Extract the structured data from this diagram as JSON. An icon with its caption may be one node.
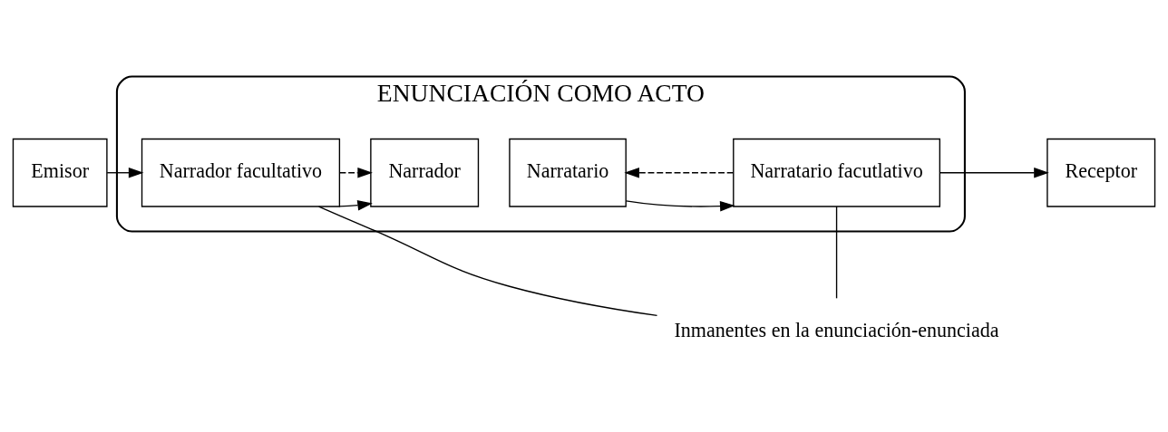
{
  "diagram": {
    "nodes": [
      {
        "text": [
          "Emisor"
        ]
      },
      {
        "text": [
          "ENUNCIACIÓN COMO ACTO"
        ]
      },
      {
        "text": [
          "Narrador facultativo"
        ],
        "in": 1
      },
      {
        "text": [
          "Narrador"
        ],
        "in": 1
      },
      {
        "text": [
          "Narratario"
        ],
        "in": 1
      },
      {
        "text": [
          "Narratario facutlativo"
        ],
        "in": 1
      },
      {
        "text": [
          "Receptor"
        ]
      },
      {
        "text": [
          "Inmanentes en la enunciación-enunciada"
        ]
      }
    ],
    "edges": [
      {
        "from": 0,
        "to": 2,
        "arrow": "to"
      },
      {
        "from": 2,
        "to": 3,
        "arrow": "to"
      },
      {
        "from": 4,
        "to": 5,
        "arrow": "to"
      },
      {
        "from": 5,
        "to": 6,
        "arrow": "to"
      },
      {
        "from": 2,
        "to": 3,
        "arrow": "to",
        "style": "dashed"
      },
      {
        "from": 5,
        "to": 4,
        "arrow": "to",
        "style": "dashed"
      },
      {
        "from": 2,
        "to": 7,
        "arrow": "none"
      },
      {
        "from": 5,
        "to": 7,
        "arrow": "none"
      }
    ]
  }
}
